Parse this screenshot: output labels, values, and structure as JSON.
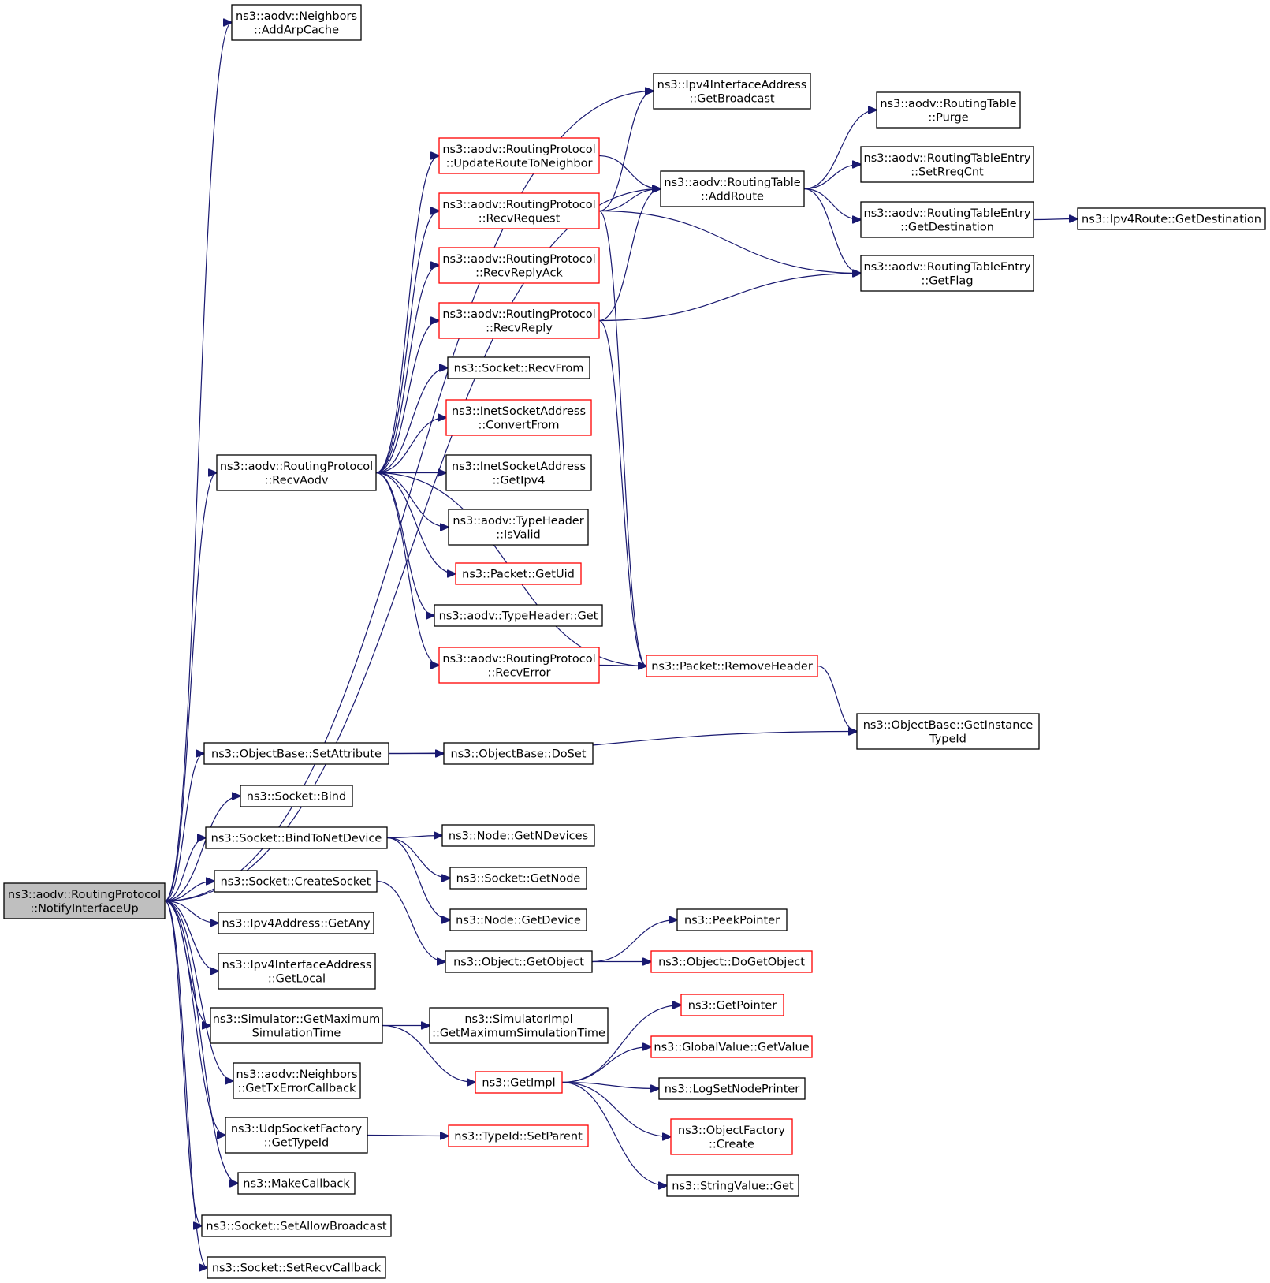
{
  "colors": {
    "edge": "#191970",
    "node_border_black": "#000000",
    "node_border_red": "#ff0000",
    "root_fill": "#bfbfbf",
    "node_fill": "#ffffff"
  },
  "nodes": [
    {
      "id": "root",
      "lines": [
        "ns3::aodv::RoutingProtocol",
        "::NotifyInterfaceUp"
      ],
      "border": "black",
      "root": true
    },
    {
      "id": "addArpCache",
      "lines": [
        "ns3::aodv::Neighbors",
        "::AddArpCache"
      ],
      "border": "black"
    },
    {
      "id": "getBroadcast",
      "lines": [
        "ns3::Ipv4InterfaceAddress",
        "::GetBroadcast"
      ],
      "border": "black"
    },
    {
      "id": "purge",
      "lines": [
        "ns3::aodv::RoutingTable",
        "::Purge"
      ],
      "border": "black"
    },
    {
      "id": "updateRoute",
      "lines": [
        "ns3::aodv::RoutingProtocol",
        "::UpdateRouteToNeighbor"
      ],
      "border": "red"
    },
    {
      "id": "setRreqCnt",
      "lines": [
        "ns3::aodv::RoutingTableEntry",
        "::SetRreqCnt"
      ],
      "border": "black"
    },
    {
      "id": "addRoute",
      "lines": [
        "ns3::aodv::RoutingTable",
        "::AddRoute"
      ],
      "border": "black"
    },
    {
      "id": "recvRequest",
      "lines": [
        "ns3::aodv::RoutingProtocol",
        "::RecvRequest"
      ],
      "border": "red"
    },
    {
      "id": "getDestination",
      "lines": [
        "ns3::aodv::RoutingTableEntry",
        "::GetDestination"
      ],
      "border": "black"
    },
    {
      "id": "ipv4RouteGetDest",
      "lines": [
        "ns3::Ipv4Route::GetDestination"
      ],
      "border": "black"
    },
    {
      "id": "recvReplyAck",
      "lines": [
        "ns3::aodv::RoutingProtocol",
        "::RecvReplyAck"
      ],
      "border": "red"
    },
    {
      "id": "getFlag",
      "lines": [
        "ns3::aodv::RoutingTableEntry",
        "::GetFlag"
      ],
      "border": "black"
    },
    {
      "id": "recvReply",
      "lines": [
        "ns3::aodv::RoutingProtocol",
        "::RecvReply"
      ],
      "border": "red"
    },
    {
      "id": "recvFrom",
      "lines": [
        "ns3::Socket::RecvFrom"
      ],
      "border": "black"
    },
    {
      "id": "convertFrom",
      "lines": [
        "ns3::InetSocketAddress",
        "::ConvertFrom"
      ],
      "border": "red"
    },
    {
      "id": "recvAodv",
      "lines": [
        "ns3::aodv::RoutingProtocol",
        "::RecvAodv"
      ],
      "border": "black"
    },
    {
      "id": "getIpv4",
      "lines": [
        "ns3::InetSocketAddress",
        "::GetIpv4"
      ],
      "border": "black"
    },
    {
      "id": "isValid",
      "lines": [
        "ns3::aodv::TypeHeader",
        "::IsValid"
      ],
      "border": "black"
    },
    {
      "id": "getUid",
      "lines": [
        "ns3::Packet::GetUid"
      ],
      "border": "red"
    },
    {
      "id": "typeHeaderGet",
      "lines": [
        "ns3::aodv::TypeHeader::Get"
      ],
      "border": "black"
    },
    {
      "id": "recvError",
      "lines": [
        "ns3::aodv::RoutingProtocol",
        "::RecvError"
      ],
      "border": "red"
    },
    {
      "id": "removeHeader",
      "lines": [
        "ns3::Packet::RemoveHeader"
      ],
      "border": "red"
    },
    {
      "id": "getInstanceTypeId",
      "lines": [
        "ns3::ObjectBase::GetInstance",
        "TypeId"
      ],
      "border": "black"
    },
    {
      "id": "setAttribute",
      "lines": [
        "ns3::ObjectBase::SetAttribute"
      ],
      "border": "black"
    },
    {
      "id": "doSet",
      "lines": [
        "ns3::ObjectBase::DoSet"
      ],
      "border": "black"
    },
    {
      "id": "socketBind",
      "lines": [
        "ns3::Socket::Bind"
      ],
      "border": "black"
    },
    {
      "id": "bindToNetDevice",
      "lines": [
        "ns3::Socket::BindToNetDevice"
      ],
      "border": "black"
    },
    {
      "id": "getNDevices",
      "lines": [
        "ns3::Node::GetNDevices"
      ],
      "border": "black"
    },
    {
      "id": "socketGetNode",
      "lines": [
        "ns3::Socket::GetNode"
      ],
      "border": "black"
    },
    {
      "id": "createSocket",
      "lines": [
        "ns3::Socket::CreateSocket"
      ],
      "border": "black"
    },
    {
      "id": "nodeGetDevice",
      "lines": [
        "ns3::Node::GetDevice"
      ],
      "border": "black"
    },
    {
      "id": "getAny",
      "lines": [
        "ns3::Ipv4Address::GetAny"
      ],
      "border": "black"
    },
    {
      "id": "peekPointer",
      "lines": [
        "ns3::PeekPointer"
      ],
      "border": "black"
    },
    {
      "id": "getObject",
      "lines": [
        "ns3::Object::GetObject"
      ],
      "border": "black"
    },
    {
      "id": "doGetObject",
      "lines": [
        "ns3::Object::DoGetObject"
      ],
      "border": "red"
    },
    {
      "id": "getLocal",
      "lines": [
        "ns3::Ipv4InterfaceAddress",
        "::GetLocal"
      ],
      "border": "black"
    },
    {
      "id": "getPointer",
      "lines": [
        "ns3::GetPointer"
      ],
      "border": "red"
    },
    {
      "id": "simGetMax",
      "lines": [
        "ns3::Simulator::GetMaximum",
        "SimulationTime"
      ],
      "border": "black"
    },
    {
      "id": "simImplGetMax",
      "lines": [
        "ns3::SimulatorImpl",
        "::GetMaximumSimulationTime"
      ],
      "border": "black"
    },
    {
      "id": "globalValueGet",
      "lines": [
        "ns3::GlobalValue::GetValue"
      ],
      "border": "red"
    },
    {
      "id": "getImpl",
      "lines": [
        "ns3::GetImpl"
      ],
      "border": "red"
    },
    {
      "id": "getTxErrorCb",
      "lines": [
        "ns3::aodv::Neighbors",
        "::GetTxErrorCallback"
      ],
      "border": "black"
    },
    {
      "id": "logSetNodePrinter",
      "lines": [
        "ns3::LogSetNodePrinter"
      ],
      "border": "black"
    },
    {
      "id": "udpGetTypeId",
      "lines": [
        "ns3::UdpSocketFactory",
        "::GetTypeId"
      ],
      "border": "black"
    },
    {
      "id": "setParent",
      "lines": [
        "ns3::TypeId::SetParent"
      ],
      "border": "red"
    },
    {
      "id": "objFactoryCreate",
      "lines": [
        "ns3::ObjectFactory",
        "::Create"
      ],
      "border": "red"
    },
    {
      "id": "makeCallback",
      "lines": [
        "ns3::MakeCallback"
      ],
      "border": "black"
    },
    {
      "id": "stringValueGet",
      "lines": [
        "ns3::StringValue::Get"
      ],
      "border": "black"
    },
    {
      "id": "setAllowBroadcast",
      "lines": [
        "ns3::Socket::SetAllowBroadcast"
      ],
      "border": "black"
    },
    {
      "id": "setRecvCallback",
      "lines": [
        "ns3::Socket::SetRecvCallback"
      ],
      "border": "black"
    }
  ],
  "edges": [
    [
      "root",
      "addArpCache"
    ],
    [
      "root",
      "getBroadcast"
    ],
    [
      "root",
      "addRoute"
    ],
    [
      "root",
      "recvAodv"
    ],
    [
      "root",
      "setAttribute"
    ],
    [
      "root",
      "socketBind"
    ],
    [
      "root",
      "bindToNetDevice"
    ],
    [
      "root",
      "createSocket"
    ],
    [
      "root",
      "getAny"
    ],
    [
      "root",
      "getLocal"
    ],
    [
      "root",
      "simGetMax"
    ],
    [
      "root",
      "getTxErrorCb"
    ],
    [
      "root",
      "udpGetTypeId"
    ],
    [
      "root",
      "makeCallback"
    ],
    [
      "root",
      "setAllowBroadcast"
    ],
    [
      "root",
      "setRecvCallback"
    ],
    [
      "recvAodv",
      "updateRoute"
    ],
    [
      "recvAodv",
      "recvRequest"
    ],
    [
      "recvAodv",
      "recvReplyAck"
    ],
    [
      "recvAodv",
      "recvReply"
    ],
    [
      "recvAodv",
      "recvFrom"
    ],
    [
      "recvAodv",
      "convertFrom"
    ],
    [
      "recvAodv",
      "getIpv4"
    ],
    [
      "recvAodv",
      "isValid"
    ],
    [
      "recvAodv",
      "getUid"
    ],
    [
      "recvAodv",
      "typeHeaderGet"
    ],
    [
      "recvAodv",
      "recvError"
    ],
    [
      "recvAodv",
      "removeHeader"
    ],
    [
      "updateRoute",
      "addRoute"
    ],
    [
      "recvRequest",
      "getBroadcast"
    ],
    [
      "recvRequest",
      "addRoute"
    ],
    [
      "recvRequest",
      "getFlag"
    ],
    [
      "recvRequest",
      "removeHeader"
    ],
    [
      "recvReply",
      "addRoute"
    ],
    [
      "recvReply",
      "getFlag"
    ],
    [
      "recvReply",
      "removeHeader"
    ],
    [
      "recvError",
      "removeHeader"
    ],
    [
      "addRoute",
      "purge"
    ],
    [
      "addRoute",
      "setRreqCnt"
    ],
    [
      "addRoute",
      "getDestination"
    ],
    [
      "addRoute",
      "getFlag"
    ],
    [
      "getDestination",
      "ipv4RouteGetDest"
    ],
    [
      "removeHeader",
      "getInstanceTypeId"
    ],
    [
      "setAttribute",
      "doSet"
    ],
    [
      "setAttribute",
      "getInstanceTypeId"
    ],
    [
      "bindToNetDevice",
      "getNDevices"
    ],
    [
      "bindToNetDevice",
      "socketGetNode"
    ],
    [
      "bindToNetDevice",
      "nodeGetDevice"
    ],
    [
      "createSocket",
      "getObject"
    ],
    [
      "getObject",
      "peekPointer"
    ],
    [
      "getObject",
      "doGetObject"
    ],
    [
      "simGetMax",
      "simImplGetMax"
    ],
    [
      "simGetMax",
      "getImpl"
    ],
    [
      "getImpl",
      "getPointer"
    ],
    [
      "getImpl",
      "globalValueGet"
    ],
    [
      "getImpl",
      "logSetNodePrinter"
    ],
    [
      "getImpl",
      "objFactoryCreate"
    ],
    [
      "getImpl",
      "stringValueGet"
    ],
    [
      "udpGetTypeId",
      "setParent"
    ]
  ]
}
